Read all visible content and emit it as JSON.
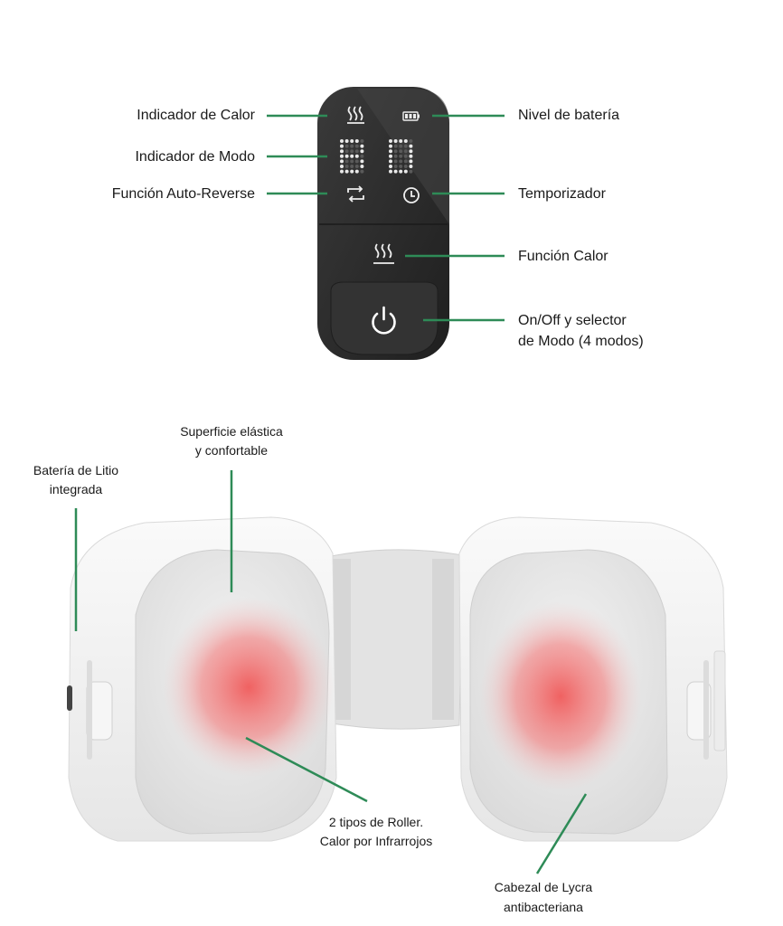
{
  "remote": {
    "labels": {
      "heat_indicator": "Indicador de Calor",
      "mode_indicator": "Indicador de Modo",
      "auto_reverse": "Función Auto-Reverse",
      "battery_level": "Nivel de batería",
      "timer": "Temporizador",
      "heat_function": "Función Calor",
      "power_line1": "On/Off y selector",
      "power_line2": "de Modo (4 modos)"
    },
    "display_digits": "BD"
  },
  "device": {
    "labels": {
      "surface_line1": "Superficie elástica",
      "surface_line2": "y confortable",
      "battery_line1": "Batería de Litio",
      "battery_line2": "integrada",
      "rollers_line1": "2 tipos de Roller.",
      "rollers_line2": "Calor por Infrarrojos",
      "lycra_line1": "Cabezal de Lycra",
      "lycra_line2": "antibacteriana"
    }
  },
  "colors": {
    "leader_line": "#2e8b57",
    "remote_body": "#2b2b2b",
    "device_shell": "#f3f3f3",
    "heat_glow": "#f06b6b"
  },
  "icons": [
    "heat-waves-icon",
    "battery-icon",
    "auto-reverse-icon",
    "timer-icon",
    "power-icon"
  ]
}
